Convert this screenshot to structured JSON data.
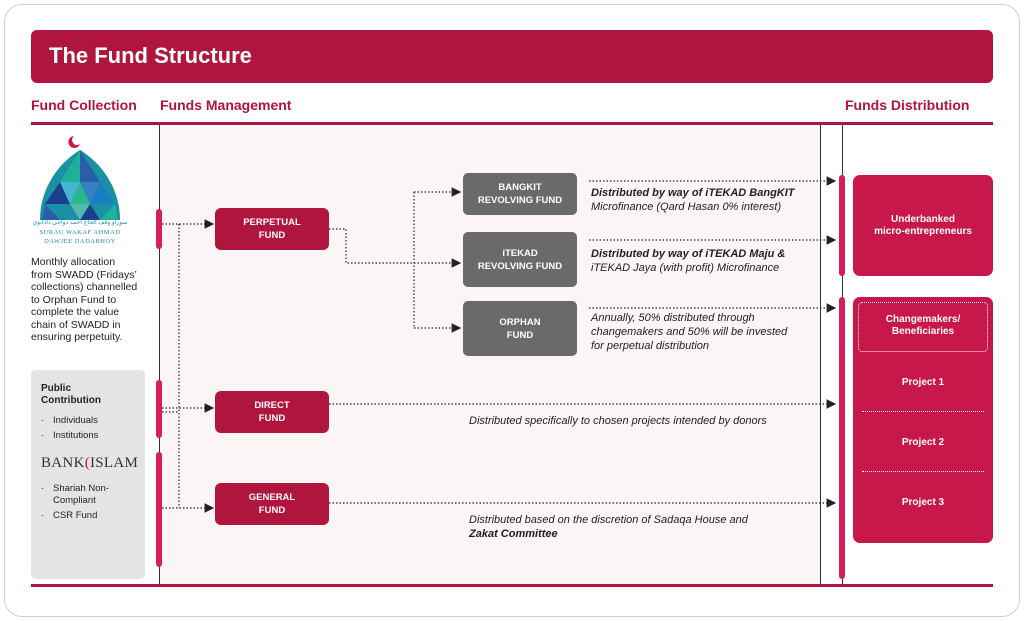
{
  "title": "The Fund Structure",
  "columns": {
    "collection": "Fund Collection",
    "management": "Funds Management",
    "distribution": "Funds Distribution"
  },
  "colors": {
    "primary": "#b0153e",
    "accent": "#d81d5b",
    "grey_box": "#6a6a6a",
    "panel": "#e4e4e6"
  },
  "swadd": {
    "logo_arabic": "سوراو وقف الحاج احمد دواجي دادابوي",
    "logo_line1": "SURAU WAKAF AHMAD",
    "logo_line2": "DAWJEE DADABHOY",
    "lines": [
      "Monthly allocation",
      "from SWADD (Fridays’",
      "collections) channelled",
      "to Orphan Fund to",
      "complete the value",
      "chain of SWADD  in",
      "ensuring perpetuity."
    ]
  },
  "public": {
    "title_l1": "Public",
    "title_l2": "Contribution",
    "items_a": [
      "Individuals",
      "Institutions"
    ],
    "bank_logo_pre": "BANK",
    "bank_logo_post": "ISLAM",
    "items_b": [
      "Shariah Non-",
      "Compliant",
      "CSR Fund"
    ]
  },
  "funds": {
    "perpetual": [
      "PERPETUAL",
      "FUND"
    ],
    "direct": [
      "DIRECT",
      "FUND"
    ],
    "general": [
      "GENERAL",
      "FUND"
    ]
  },
  "sub_funds": {
    "bangkit": [
      "BANGKIT",
      "REVOLVING FUND"
    ],
    "itekad": [
      "iTEKAD",
      "REVOLVING FUND"
    ],
    "orphan": [
      "ORPHAN",
      "FUND"
    ]
  },
  "descriptions": {
    "bangkit_l1": "Distributed by way of iTEKAD BangKIT",
    "bangkit_l2": "Microfinance (Qard Hasan 0% interest)",
    "itekad_l1": "Distributed by way of iTEKAD Maju &",
    "itekad_l2": "iTEKAD Jaya (with profit) Microfinance",
    "orphan_l1": "Annually, 50% distributed through",
    "orphan_l2": "changemakers and 50% will be invested",
    "orphan_l3": "for perpetual distribution",
    "direct": "Distributed specifically to chosen projects intended by donors",
    "general_l1": "Distributed based on the discretion of Sadaqa House and",
    "general_l2": "Zakat Committee"
  },
  "distribution": {
    "underbanked_l1": "Underbanked",
    "underbanked_l2": "micro-entrepreneurs",
    "changemakers_l1": "Changemakers/",
    "changemakers_l2": "Beneficiaries",
    "projects": [
      "Project 1",
      "Project 2",
      "Project 3"
    ]
  }
}
